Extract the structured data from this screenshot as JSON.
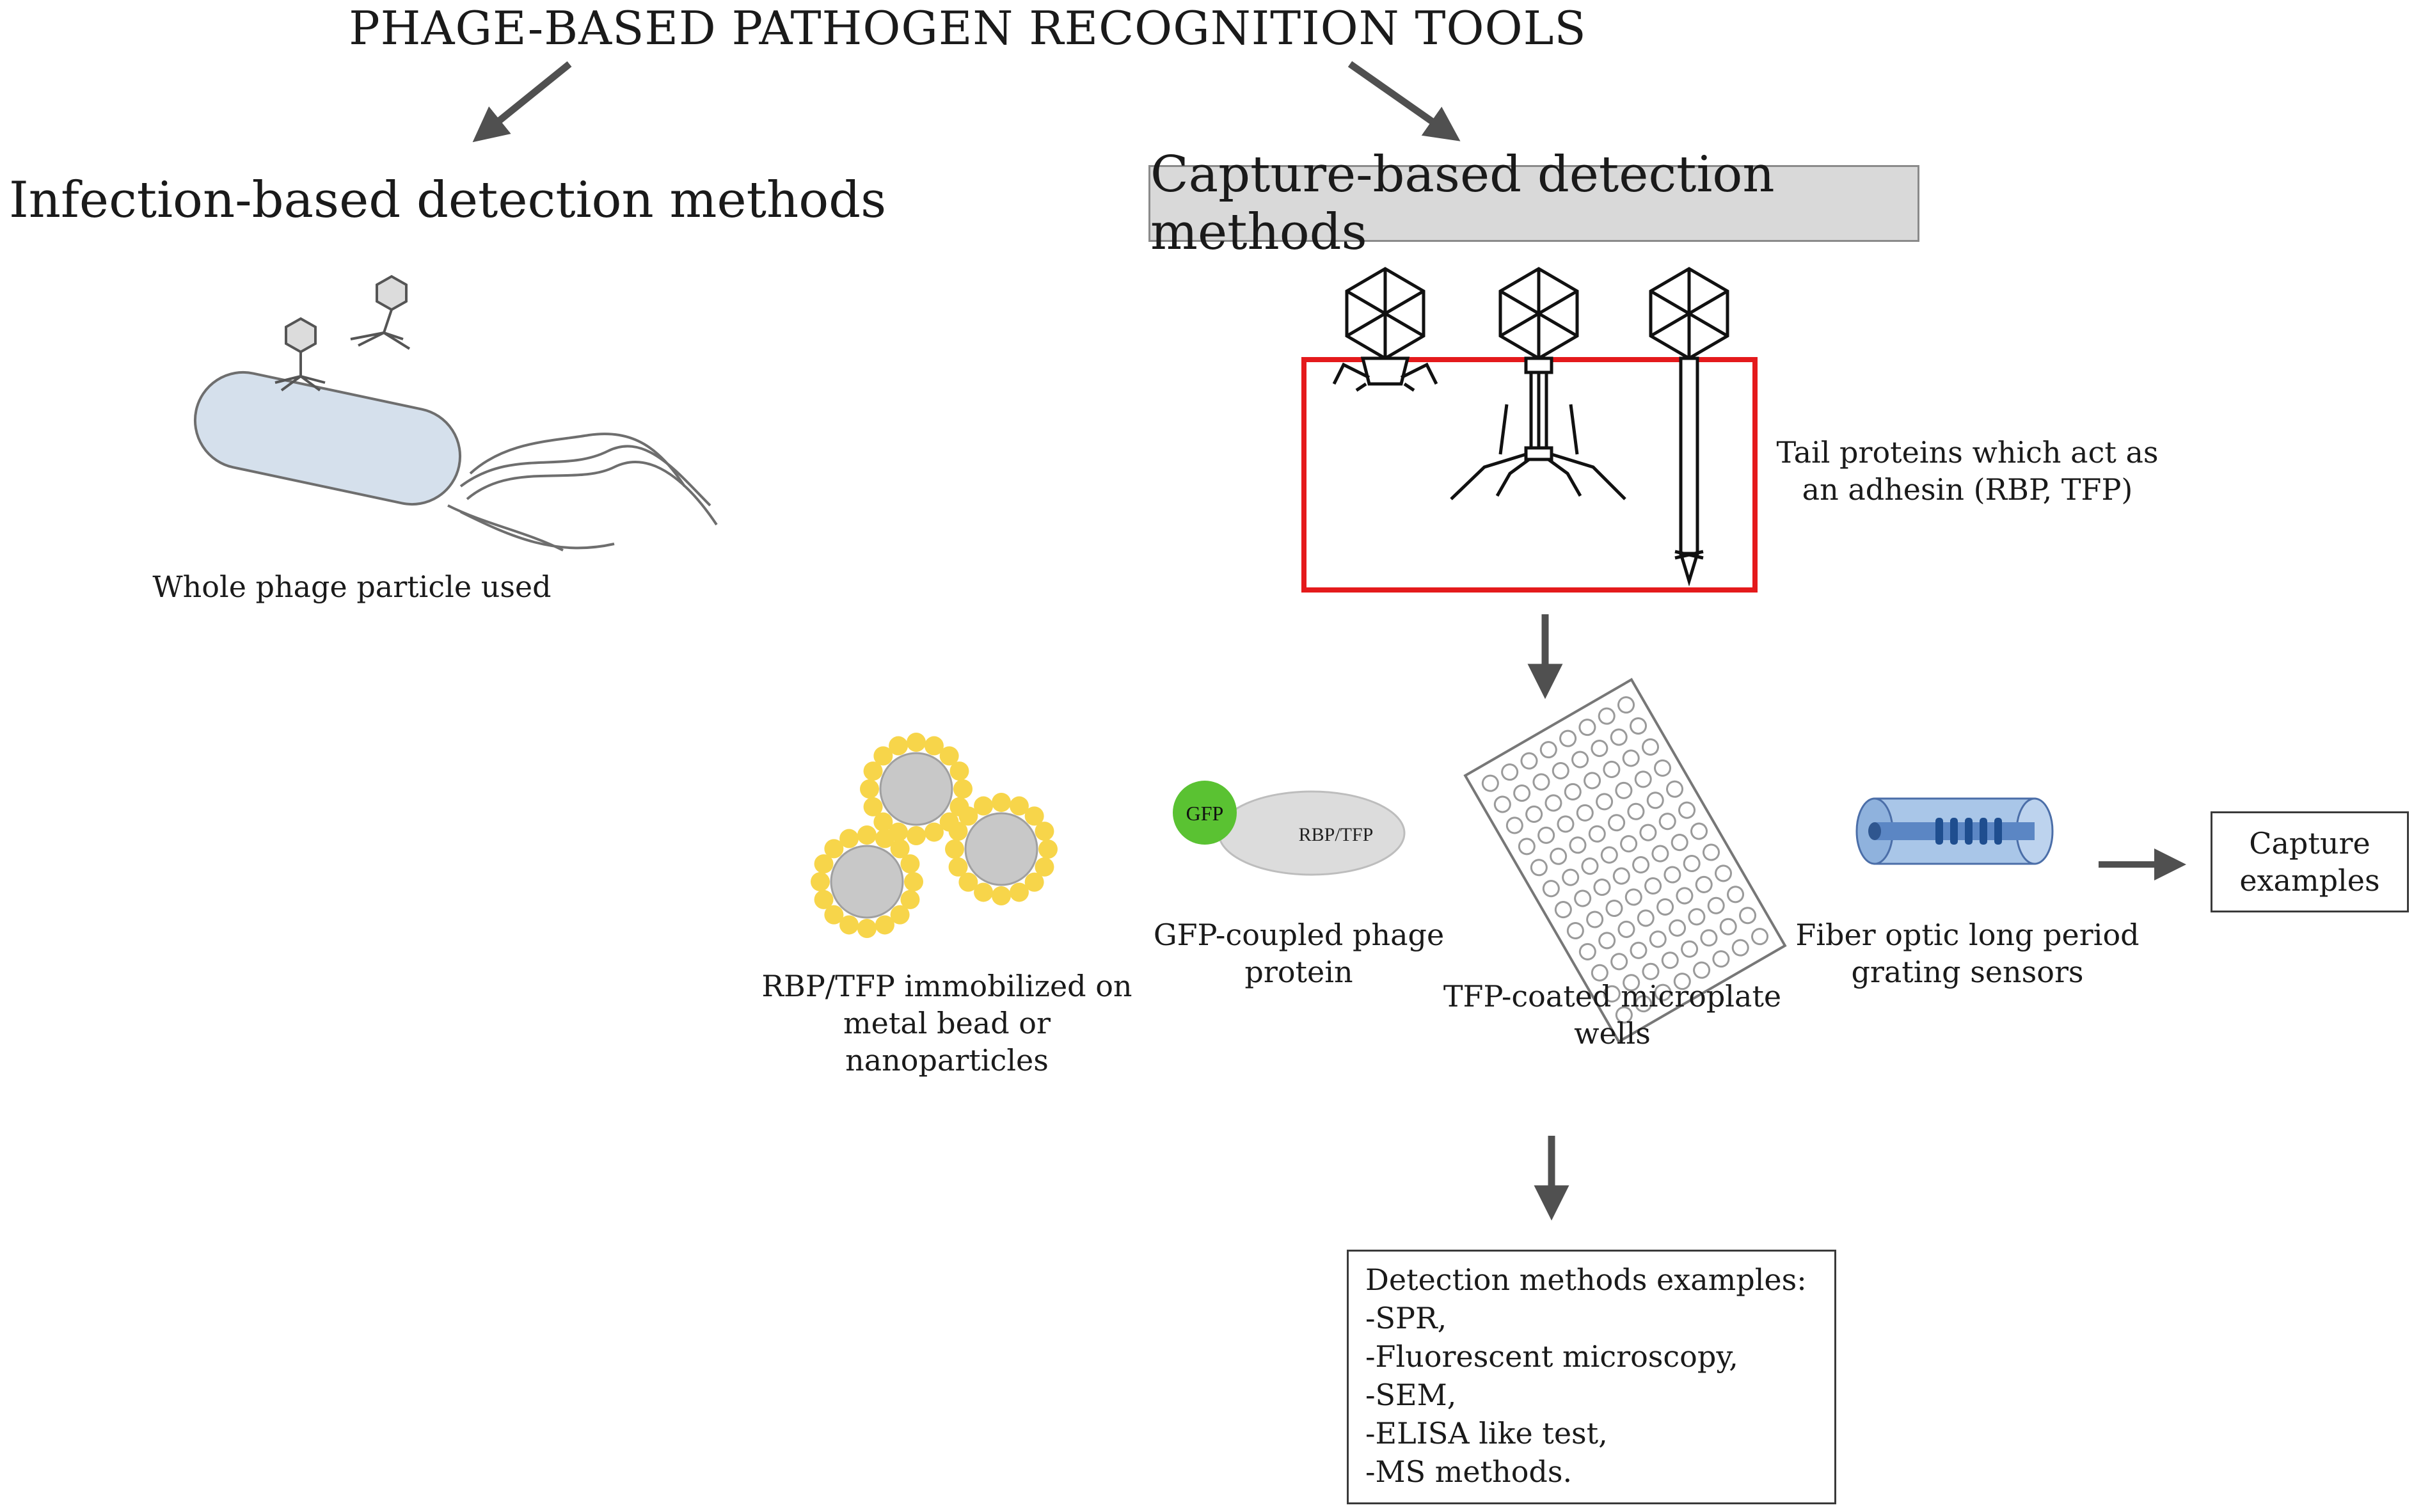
{
  "title": "PHAGE-BASED PATHOGEN RECOGNITION TOOLS",
  "infection": {
    "heading": "Infection-based detection methods",
    "caption": "Whole phage particle used"
  },
  "capture": {
    "heading": "Capture-based detection methods",
    "tail_caption_line1": "Tail proteins which act as",
    "tail_caption_line2": "an adhesin (RBP, TFP)",
    "examples": [
      {
        "lines": [
          "RBP/TFP immobilized on",
          "metal bead or",
          "nanoparticles"
        ]
      },
      {
        "lines": [
          "GFP-coupled phage",
          "protein"
        ],
        "gfp_label": "GFP",
        "protein_label": "RBP/TFP"
      },
      {
        "lines": [
          "TFP-coated microplate",
          "wells"
        ]
      },
      {
        "lines": [
          "Fiber optic long period",
          "grating sensors"
        ]
      }
    ],
    "capture_examples_box": [
      "Capture",
      "examples"
    ]
  },
  "detection": {
    "heading": "Detection methods examples:",
    "items": [
      "-SPR,",
      "-Fluorescent microscopy,",
      "-SEM,",
      "-ELISA like test,",
      "-MS methods."
    ]
  },
  "colors": {
    "highlight_box": "#e41a1c",
    "heading_box_fill": "#d9d9d9",
    "bacterium_fill": "#d5e0ec",
    "bead_fill": "#c8c8c8",
    "bead_dots": "#f7d54a",
    "gfp_green": "#5ac232",
    "fiber_blue": "#5b86c4"
  }
}
